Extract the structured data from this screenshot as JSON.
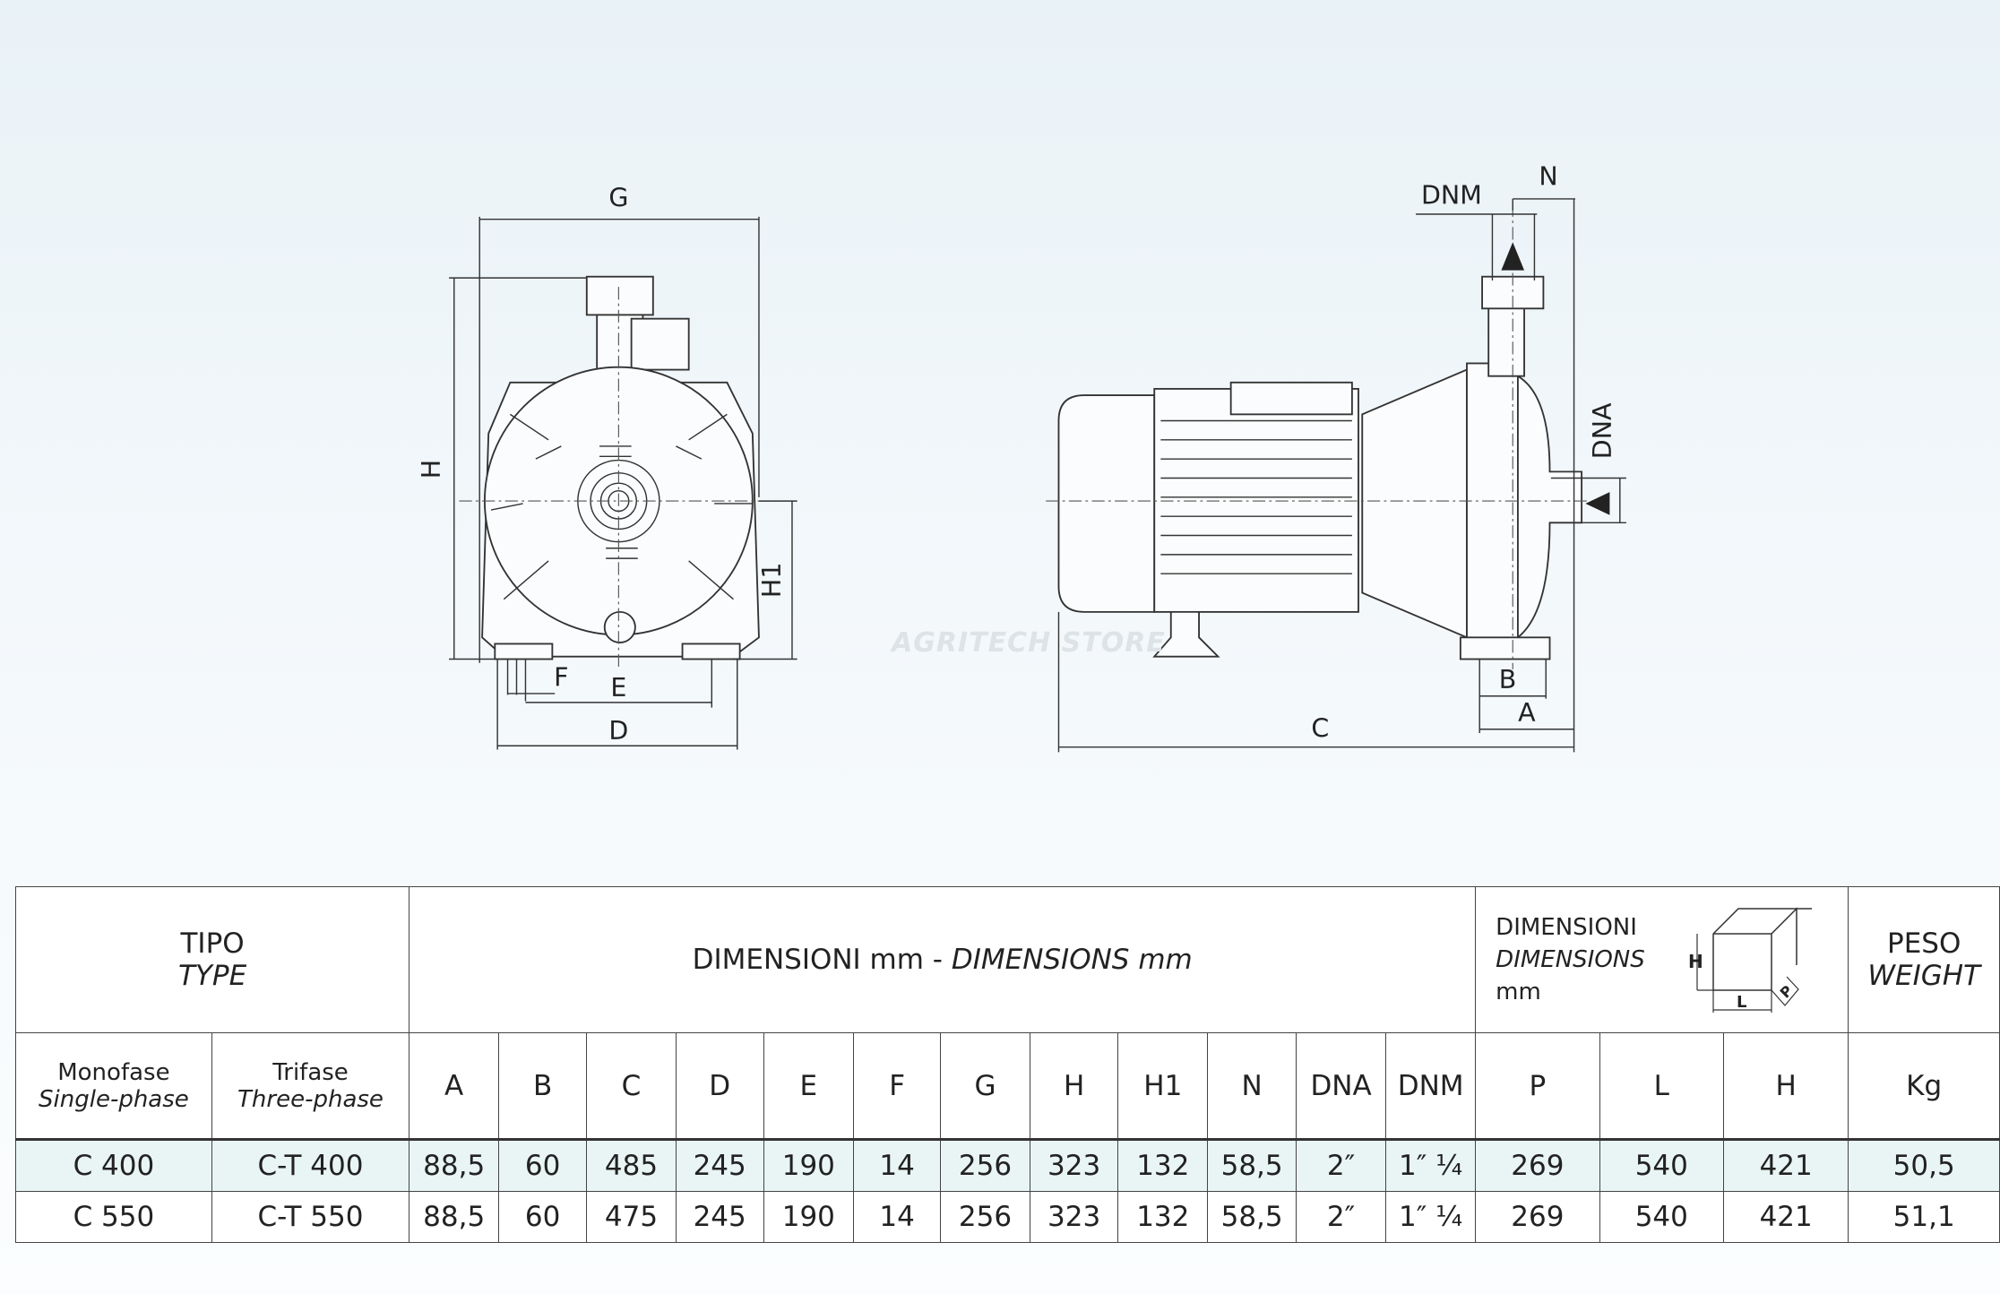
{
  "drawing": {
    "front_labels": {
      "G": "G",
      "H": "H",
      "H1": "H1",
      "F": "F",
      "E": "E",
      "D": "D"
    },
    "side_labels": {
      "DNM": "DNM",
      "N": "N",
      "DNA": "DNA",
      "B": "B",
      "A": "A",
      "C": "C"
    },
    "watermark": "AGRITECH STORE"
  },
  "table": {
    "tipo": {
      "it": "TIPO",
      "en": "TYPE"
    },
    "dimensions_header": {
      "it": "DIMENSIONI mm - ",
      "en": "DIMENSIONS mm"
    },
    "pack_header": {
      "it": "DIMENSIONI",
      "en": "DIMENSIONS",
      "unit": "mm",
      "box_labels": {
        "H": "H",
        "L": "L",
        "P": "P"
      }
    },
    "weight_header": {
      "it": "PESO",
      "en": "WEIGHT"
    },
    "monofase": {
      "it": "Monofase",
      "en": "Single-phase"
    },
    "trifase": {
      "it": "Trifase",
      "en": "Three-phase"
    },
    "columns": [
      "A",
      "B",
      "C",
      "D",
      "E",
      "F",
      "G",
      "H",
      "H1",
      "N",
      "DNA",
      "DNM",
      "P",
      "L",
      "H",
      "Kg"
    ],
    "rows": [
      {
        "mono": "C 400",
        "tri": "C-T 400",
        "values": [
          "88,5",
          "60",
          "485",
          "245",
          "190",
          "14",
          "256",
          "323",
          "132",
          "58,5",
          "2″",
          "1″ ¼",
          "269",
          "540",
          "421",
          "50,5"
        ]
      },
      {
        "mono": "C 550",
        "tri": "C-T 550",
        "values": [
          "88,5",
          "60",
          "475",
          "245",
          "190",
          "14",
          "256",
          "323",
          "132",
          "58,5",
          "2″",
          "1″ ¼",
          "269",
          "540",
          "421",
          "51,1"
        ]
      }
    ]
  }
}
